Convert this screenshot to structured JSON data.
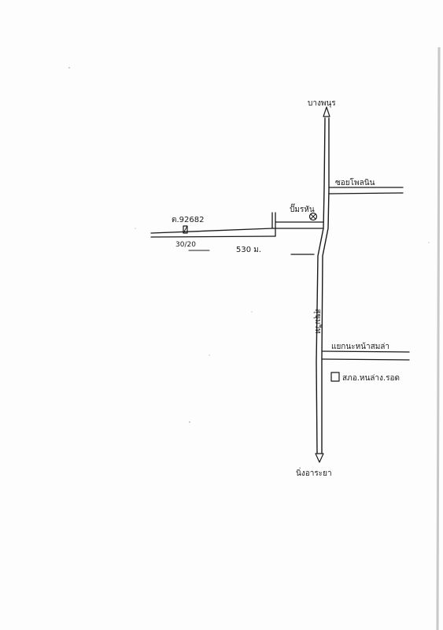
{
  "labels": {
    "north_destination": "บางพนุร",
    "side_road_top": "ซอยโพลนิน",
    "landmark_station": "ปั๊มรหัน",
    "land_parcel": "ต.92682",
    "lot_size": "30/20",
    "distance": "530 ม.",
    "main_road": "สุขุมวิท",
    "side_road_bottom": "แยกนะหน้าสมล่า",
    "police_station": "สภอ.หนล่าง.รอด",
    "south_destination": "นิ่งอาระยา"
  },
  "colors": {
    "ink": "#1a1a1a",
    "paper": "#fdfdfd",
    "scan_edge": "#c8c8c8"
  },
  "icons": {
    "landmark_station": "circled-x-icon",
    "land_parcel": "parcel-marker-icon",
    "police_station": "square-icon",
    "north_arrow": "arrow-up-icon",
    "south_arrow": "arrow-down-icon"
  }
}
